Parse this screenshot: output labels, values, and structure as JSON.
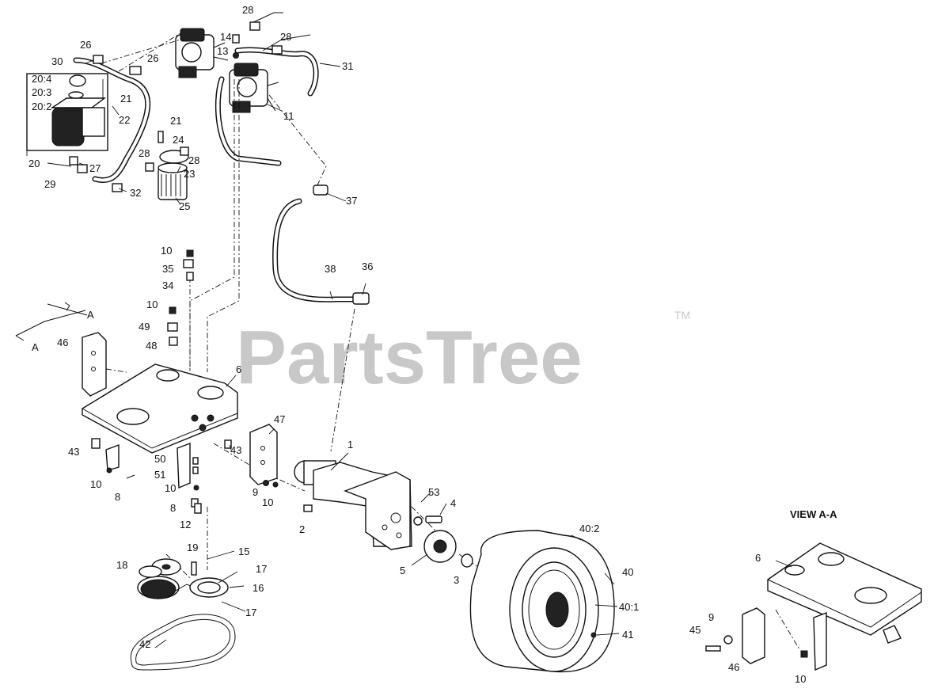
{
  "watermark": {
    "brand": "PartsTree",
    "trademark": "TM"
  },
  "view_label": "VIEW A-A",
  "section_marker": "A",
  "callouts": [
    {
      "id": "c-28-top",
      "text": "28"
    },
    {
      "id": "c-26-a",
      "text": "26"
    },
    {
      "id": "c-14",
      "text": "14"
    },
    {
      "id": "c-28-b",
      "text": "28"
    },
    {
      "id": "c-30",
      "text": "30"
    },
    {
      "id": "c-26-b",
      "text": "26"
    },
    {
      "id": "c-13",
      "text": "13"
    },
    {
      "id": "c-31",
      "text": "31"
    },
    {
      "id": "c-20-4",
      "text": "20:4"
    },
    {
      "id": "c-20-3",
      "text": "20:3"
    },
    {
      "id": "c-20-2",
      "text": "20:2"
    },
    {
      "id": "c-21-a",
      "text": "21"
    },
    {
      "id": "c-22",
      "text": "22"
    },
    {
      "id": "c-11",
      "text": "11"
    },
    {
      "id": "c-21-b",
      "text": "21"
    },
    {
      "id": "c-24",
      "text": "24"
    },
    {
      "id": "c-28-c",
      "text": "28"
    },
    {
      "id": "c-28-d",
      "text": "28"
    },
    {
      "id": "c-20",
      "text": "20"
    },
    {
      "id": "c-27",
      "text": "27"
    },
    {
      "id": "c-23",
      "text": "23"
    },
    {
      "id": "c-29",
      "text": "29"
    },
    {
      "id": "c-32",
      "text": "32"
    },
    {
      "id": "c-25",
      "text": "25"
    },
    {
      "id": "c-37",
      "text": "37"
    },
    {
      "id": "c-10-a",
      "text": "10"
    },
    {
      "id": "c-35",
      "text": "35"
    },
    {
      "id": "c-38",
      "text": "38"
    },
    {
      "id": "c-36",
      "text": "36"
    },
    {
      "id": "c-34",
      "text": "34"
    },
    {
      "id": "c-10-b",
      "text": "10"
    },
    {
      "id": "c-49",
      "text": "49"
    },
    {
      "id": "c-48",
      "text": "48"
    },
    {
      "id": "c-46-a",
      "text": "46"
    },
    {
      "id": "c-6-a",
      "text": "6"
    },
    {
      "id": "c-47",
      "text": "47"
    },
    {
      "id": "c-1",
      "text": "1"
    },
    {
      "id": "c-43-a",
      "text": "43"
    },
    {
      "id": "c-43-b",
      "text": "43"
    },
    {
      "id": "c-50",
      "text": "50"
    },
    {
      "id": "c-51",
      "text": "51"
    },
    {
      "id": "c-10-c",
      "text": "10"
    },
    {
      "id": "c-10-d",
      "text": "10"
    },
    {
      "id": "c-9-a",
      "text": "9"
    },
    {
      "id": "c-10-e",
      "text": "10"
    },
    {
      "id": "c-8-a",
      "text": "8"
    },
    {
      "id": "c-53",
      "text": "53"
    },
    {
      "id": "c-4",
      "text": "4"
    },
    {
      "id": "c-8-b",
      "text": "8"
    },
    {
      "id": "c-12",
      "text": "12"
    },
    {
      "id": "c-2",
      "text": "2"
    },
    {
      "id": "c-40-2",
      "text": "40:2"
    },
    {
      "id": "c-19",
      "text": "19"
    },
    {
      "id": "c-15",
      "text": "15"
    },
    {
      "id": "c-18",
      "text": "18"
    },
    {
      "id": "c-17-a",
      "text": "17"
    },
    {
      "id": "c-16",
      "text": "16"
    },
    {
      "id": "c-5",
      "text": "5"
    },
    {
      "id": "c-3",
      "text": "3"
    },
    {
      "id": "c-40",
      "text": "40"
    },
    {
      "id": "c-17-b",
      "text": "17"
    },
    {
      "id": "c-40-1",
      "text": "40:1"
    },
    {
      "id": "c-41",
      "text": "41"
    },
    {
      "id": "c-42",
      "text": "42"
    },
    {
      "id": "c-6-b",
      "text": "6"
    },
    {
      "id": "c-9-b",
      "text": "9"
    },
    {
      "id": "c-45",
      "text": "45"
    },
    {
      "id": "c-46-b",
      "text": "46"
    },
    {
      "id": "c-10-f",
      "text": "10"
    }
  ]
}
